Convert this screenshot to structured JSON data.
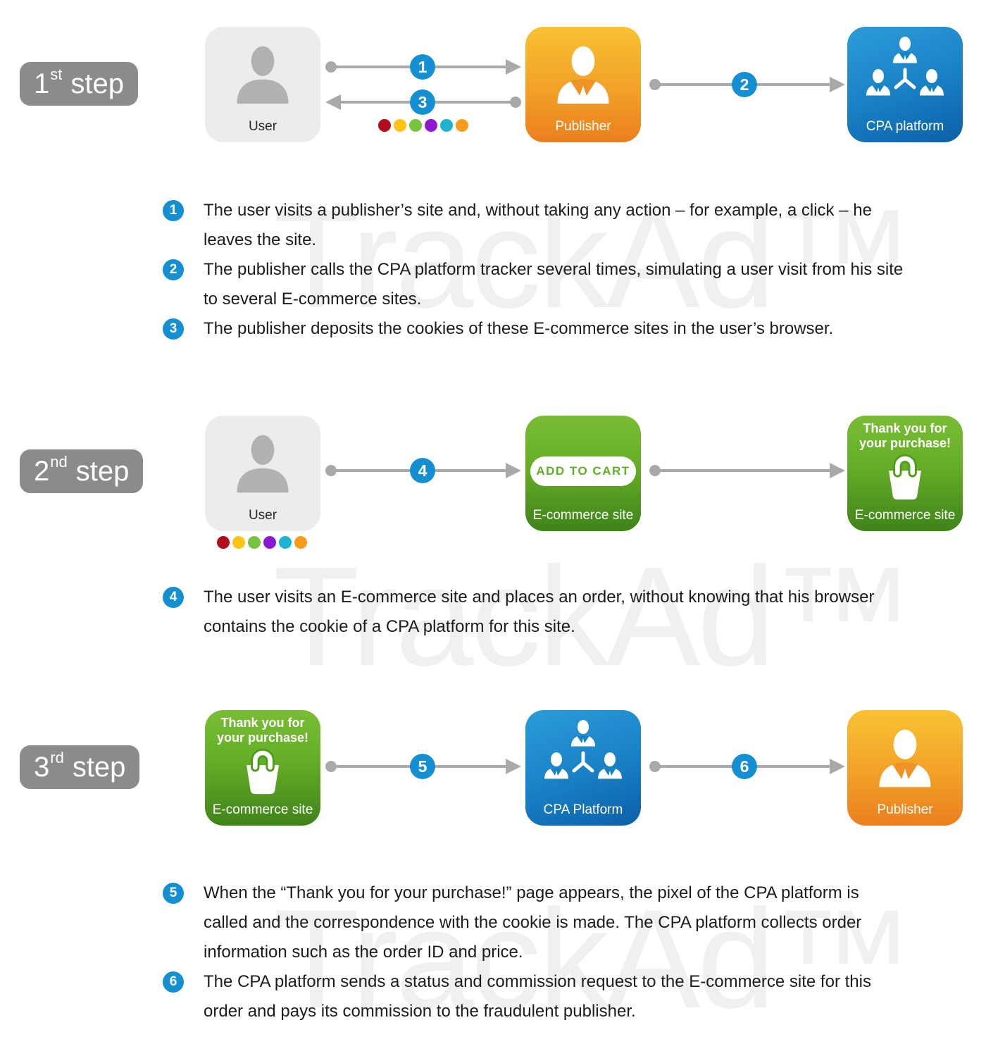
{
  "watermark": "TrackAd™",
  "palette": {
    "step_label_bg": "#8b8b8b",
    "arrow": "#a9a9a9",
    "number_badge": "#1490d2",
    "user_box": "#ececec",
    "user_icon": "#b1b1b1",
    "orange_top": "#f8c233",
    "orange_bottom": "#eb7f1f",
    "blue_top": "#2d9bd9",
    "blue_bottom": "#0c60a8",
    "green_top": "#79bd35",
    "green_bottom": "#3f831a",
    "cart_text": "#5fae27",
    "watermark_color": "#f0f0f0",
    "cookie_dots": [
      "#b10d1c",
      "#fec411",
      "#76c33d",
      "#8d18d1",
      "#1cb4cf",
      "#f99c1b"
    ]
  },
  "steps": [
    {
      "label": {
        "num": "1",
        "ordinal": "st",
        "word": "step"
      },
      "nodes": {
        "user": {
          "label": "User"
        },
        "publisher": {
          "label": "Publisher"
        },
        "cpa": {
          "label": "CPA platform"
        }
      },
      "arrows": {
        "a1": "1",
        "a3": "3",
        "a2": "2"
      }
    },
    {
      "label": {
        "num": "2",
        "ordinal": "nd",
        "word": "step"
      },
      "nodes": {
        "user": {
          "label": "User"
        },
        "cart": {
          "button": "ADD TO CART",
          "label": "E-commerce site"
        },
        "thanks": {
          "headline1": "Thank you for",
          "headline2": "your purchase!",
          "label": "E-commerce site"
        }
      },
      "arrows": {
        "a4": "4"
      }
    },
    {
      "label": {
        "num": "3",
        "ordinal": "rd",
        "word": "step"
      },
      "nodes": {
        "thanks": {
          "headline1": "Thank you for",
          "headline2": "your purchase!",
          "label": "E-commerce site"
        },
        "cpa": {
          "label": "CPA Platform"
        },
        "publisher": {
          "label": "Publisher"
        }
      },
      "arrows": {
        "a5": "5",
        "a6": "6"
      }
    }
  ],
  "notes": [
    {
      "num": "1",
      "lines": [
        "The user visits a publisher’s site and, without taking any action – for example, a click – he",
        "leaves the site."
      ]
    },
    {
      "num": "2",
      "lines": [
        "The publisher calls the CPA platform tracker several times, simulating a user visit from his site",
        "to several E-commerce sites."
      ]
    },
    {
      "num": "3",
      "lines": [
        "The publisher deposits the cookies of these E-commerce sites in the user’s browser."
      ]
    },
    {
      "num": "4",
      "lines": [
        "The user visits an E-commerce site and places an order, without knowing that his browser",
        "contains the cookie of a CPA platform for this site."
      ]
    },
    {
      "num": "5",
      "lines": [
        "When the “Thank you for your purchase!” page appears, the pixel of the CPA platform is",
        "called and the correspondence with the cookie is made. The CPA platform collects order",
        "information such as the order ID and price."
      ]
    },
    {
      "num": "6",
      "lines": [
        "The CPA platform sends a status and commission request to the E-commerce site for this",
        "order and pays its commission to the fraudulent publisher."
      ]
    }
  ]
}
